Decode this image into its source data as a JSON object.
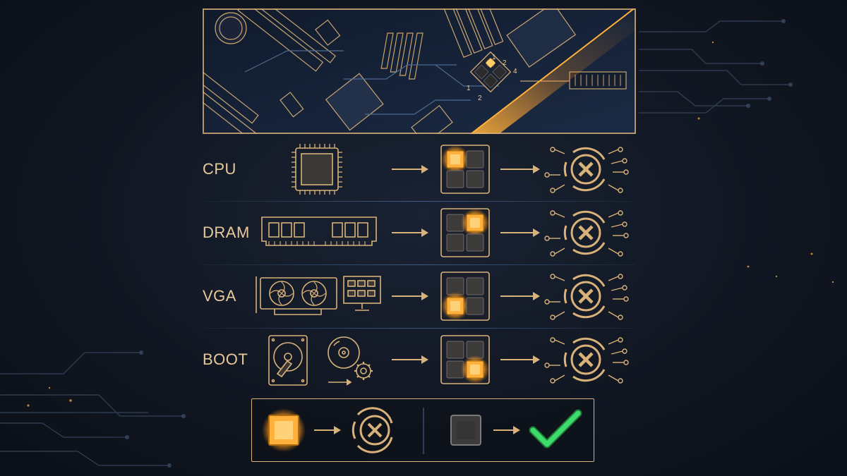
{
  "colors": {
    "line": "#d9b27a",
    "accent": "#ffb13b",
    "led_off": "#3d3b3a",
    "check": "#3ddc6a",
    "background": "#111722"
  },
  "rows": [
    {
      "label": "CPU",
      "component_icon": "cpu-chip-icon",
      "lit_led": 0
    },
    {
      "label": "DRAM",
      "component_icon": "ram-module-icon",
      "lit_led": 1
    },
    {
      "label": "VGA",
      "component_icon": "graphics-card-icon",
      "lit_led": 2
    },
    {
      "label": "BOOT",
      "component_icon": "hard-drive-and-disc-icon",
      "lit_led": 3
    }
  ],
  "board": {
    "led_numbers": [
      "1",
      "2",
      "4",
      "1",
      "2"
    ]
  },
  "legend": {
    "lit_meaning_icon": "error-x-icon",
    "unlit_meaning_icon": "check-mark-icon"
  }
}
